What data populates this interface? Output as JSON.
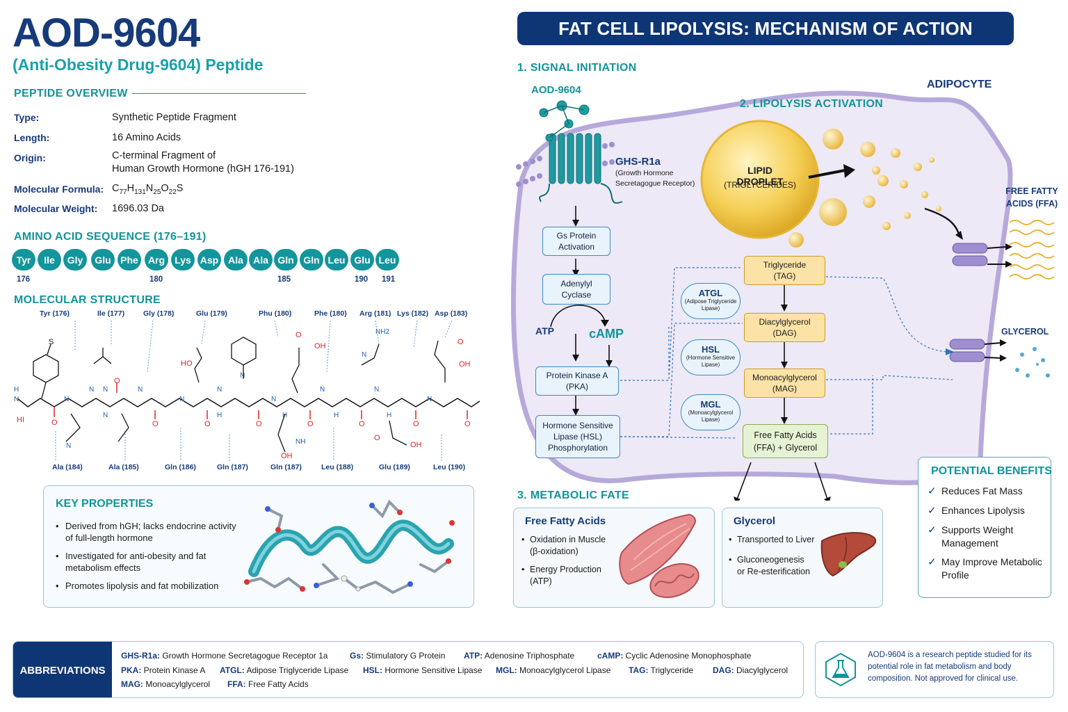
{
  "header": {
    "title": "AOD-9604",
    "subtitle": "(Anti-Obesity Drug-9604) Peptide"
  },
  "overview": {
    "heading": "PEPTIDE OVERVIEW",
    "rows": [
      {
        "key": "Type:",
        "value": "Synthetic Peptide Fragment"
      },
      {
        "key": "Length:",
        "value": "16 Amino Acids"
      },
      {
        "key": "Origin:",
        "value": "C-terminal Fragment of",
        "value2": "Human Growth Hormone (hGH 176-191)"
      },
      {
        "key": "Molecular Formula:",
        "value": "C77H131N25O22S"
      },
      {
        "key": "Molecular Weight:",
        "value": "1696.03 Da"
      }
    ]
  },
  "sequence": {
    "heading": "AMINO ACID SEQUENCE (176–191)",
    "residues": [
      "Tyr",
      "Ile",
      "Gly",
      "Glu",
      "Phe",
      "Arg",
      "Lys",
      "Asp",
      "Ala",
      "Ala",
      "Gln",
      "Gln",
      "Leu",
      "Glu",
      "Leu"
    ],
    "numbers": [
      "176",
      "180",
      "185",
      "190",
      "191"
    ]
  },
  "structure": {
    "heading": "MOLECULAR STRUCTURE",
    "top_labels": [
      "Tyr (176)",
      "Ile (177)",
      "Gly (178)",
      "Glu (179)",
      "Phu (180)",
      "Phe (180)",
      "Arg (181)",
      "Lys (182)",
      "Asp (183)"
    ],
    "bottom_labels": [
      "Ala (184)",
      "Ala (185)",
      "Gln (186)",
      "Gln (187)",
      "Gln (187)",
      "Leu (188)",
      "Glu (189)",
      "Leu (190)"
    ]
  },
  "key_properties": {
    "heading": "KEY PROPERTIES",
    "items": [
      "Derived from hGH; lacks endocrine activity",
      "of full-length hormone",
      "Investigated for anti-obesity and fat",
      "metabolism effects",
      "Promotes lipolysis and fat mobilization"
    ]
  },
  "mechanism": {
    "title": "FAT CELL LIPOLYSIS: MECHANISM OF ACTION",
    "step1": "1.  SIGNAL INITIATION",
    "step2": "2.  LIPOLYSIS ACTIVATION",
    "step3": "3.  METABOLIC FATE",
    "ligand": "AOD-9604",
    "cell_label": "ADIPOCYTE",
    "receptor": {
      "name": "GHS-R1a",
      "desc1": "(Growth Hormone",
      "desc2": "Secretagogue Receptor)"
    },
    "signal_boxes": [
      "Gs Protein\nActivation",
      "Adenylyl\nCyclase",
      "Protein Kinase A\n(PKA)",
      "Hormone Sensitive\nLipase (HSL)\nPhosphorylation"
    ],
    "atp": "ATP",
    "camp": "cAMP",
    "droplet": {
      "title": "LIPID DROPLET",
      "sub": "(TRIGLYCERIDES)"
    },
    "ffa_out": "FREE FATTY\nACIDS (FFA)",
    "glycerol_out": "GLYCEROL",
    "cascade": [
      "Triglyceride\n(TAG)",
      "Diacylglycerol\n(DAG)",
      "Monoacylglycerol\n(MAG)"
    ],
    "cascade_end": "Free Fatty Acids\n(FFA) + Glycerol",
    "enzymes": [
      {
        "name": "ATGL",
        "full": "(Adipose Triglyceride\nLipase)"
      },
      {
        "name": "HSL",
        "full": "(Hormone Sensitive\nLipase)"
      },
      {
        "name": "MGL",
        "full": "(Monoacylglycerol\nLipase)"
      }
    ]
  },
  "fate": {
    "ffa": {
      "title": "Free Fatty Acids",
      "items": [
        "Oxidation in Muscle\n(β-oxidation)",
        "Energy Production\n(ATP)"
      ]
    },
    "glycerol": {
      "title": "Glycerol",
      "items": [
        "Transported to Liver",
        "Gluconeogenesis\nor Re-esterification"
      ]
    }
  },
  "benefits": {
    "heading": "POTENTIAL BENEFITS",
    "items": [
      "Reduces Fat Mass",
      "Enhances Lipolysis",
      "Supports Weight\nManagement",
      "May Improve Metabolic\nProfile"
    ]
  },
  "abbreviations": {
    "heading": "ABBREVIATIONS",
    "rows": [
      [
        [
          "GHS-R1a:",
          " Growth Hormone Secretagogue Receptor 1a"
        ],
        [
          "Gs:",
          " Stimulatory G Protein"
        ],
        [
          "ATP:",
          " Adenosine Triphosphate"
        ],
        [
          "cAMP:",
          " Cyclic Adenosine Monophosphate"
        ]
      ],
      [
        [
          "PKA:",
          " Protein Kinase A"
        ],
        [
          "ATGL:",
          " Adipose Triglyceride Lipase"
        ],
        [
          "HSL:",
          " Hormone Sensitive Lipase"
        ],
        [
          "MGL:",
          " Monoacylglycerol Lipase"
        ],
        [
          "TAG:",
          " Triglyceride"
        ],
        [
          "DAG:",
          " Diacylglycerol"
        ]
      ],
      [
        [
          "MAG:",
          " Monoacylglycerol"
        ],
        [
          "FFA:",
          " Free Fatty Acids"
        ]
      ]
    ]
  },
  "note": "AOD-9604 is a research peptide studied for its potential role in fat metabolism and body composition. Not approved for clinical use.",
  "colors": {
    "navy": "#163a7a",
    "teal": "#12939a",
    "cell": "#ece9f6",
    "droplet": "#f2c23a"
  }
}
